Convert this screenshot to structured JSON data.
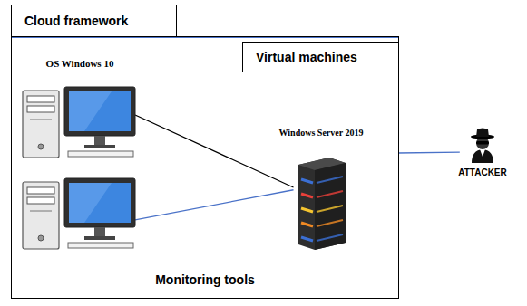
{
  "diagram": {
    "nodes": [
      {
        "text": [
          "Cloud framework"
        ]
      },
      {
        "text": [
          "Virtual machines"
        ],
        "in": 0
      },
      {
        "text": [
          "OS Windows 10"
        ],
        "in": 1
      },
      {
        "text": [],
        "in": 1
      },
      {
        "text": [
          "Windows Server 2019"
        ],
        "in": 1
      },
      {
        "text": [
          "Monitoring tools"
        ],
        "in": 0
      },
      {
        "text": [
          "ATTACKER"
        ]
      }
    ],
    "edges": [
      {
        "from": 2,
        "to": 4,
        "arrow": "none"
      },
      {
        "from": 3,
        "to": 4,
        "arrow": "none"
      },
      {
        "from": 1,
        "to": 6,
        "arrow": "none"
      }
    ]
  }
}
